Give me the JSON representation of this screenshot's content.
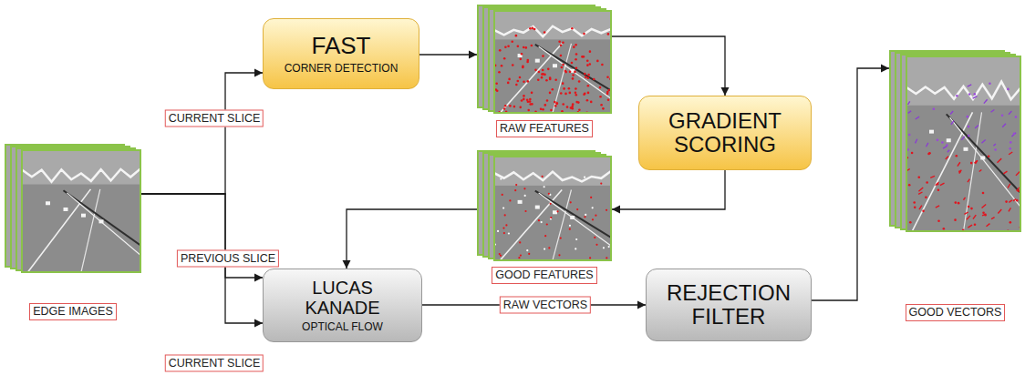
{
  "diagram": {
    "nodes": [
      {
        "text": [
          "EDGE IMAGES"
        ]
      },
      {
        "text": [
          "FAST",
          "CORNER DETECTION"
        ]
      },
      {
        "text": [
          "RAW FEATURES"
        ]
      },
      {
        "text": [
          "GRADIENT SCORING"
        ]
      },
      {
        "text": [
          "GOOD FEATURES"
        ]
      },
      {
        "text": [
          "LUCAS KANADE",
          "OPTICAL FLOW"
        ]
      },
      {
        "text": [
          "REJECTION FILTER"
        ]
      },
      {
        "text": [
          "GOOD VECTORS"
        ]
      }
    ],
    "edges": [
      {
        "from": 0,
        "to": 1,
        "label": "CURRENT SLICE",
        "arrow": "to"
      },
      {
        "from": 0,
        "to": 5,
        "label": "PREVIOUS SLICE",
        "arrow": "to"
      },
      {
        "from": 0,
        "to": 5,
        "label": "CURRENT SLICE",
        "arrow": "to"
      },
      {
        "from": 1,
        "to": 2,
        "arrow": "to"
      },
      {
        "from": 2,
        "to": 3,
        "arrow": "to"
      },
      {
        "from": 3,
        "to": 4,
        "arrow": "to"
      },
      {
        "from": 4,
        "to": 5,
        "arrow": "to"
      },
      {
        "from": 5,
        "to": 6,
        "label": "RAW VECTORS",
        "arrow": "to"
      },
      {
        "from": 6,
        "to": 7,
        "arrow": "to"
      }
    ]
  }
}
